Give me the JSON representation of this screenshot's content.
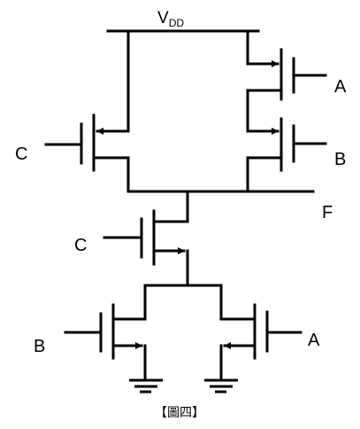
{
  "diagram": {
    "supply_label": "V",
    "supply_subscript": "DD",
    "output_label": "F",
    "pmos_top_gate_label": "A",
    "pmos_mid_gate_label": "B",
    "pmos_left_gate_label": "C",
    "nmos_top_gate_label": "C",
    "nmos_left_gate_label": "B",
    "nmos_right_gate_label": "A",
    "caption": "【圖四】"
  }
}
